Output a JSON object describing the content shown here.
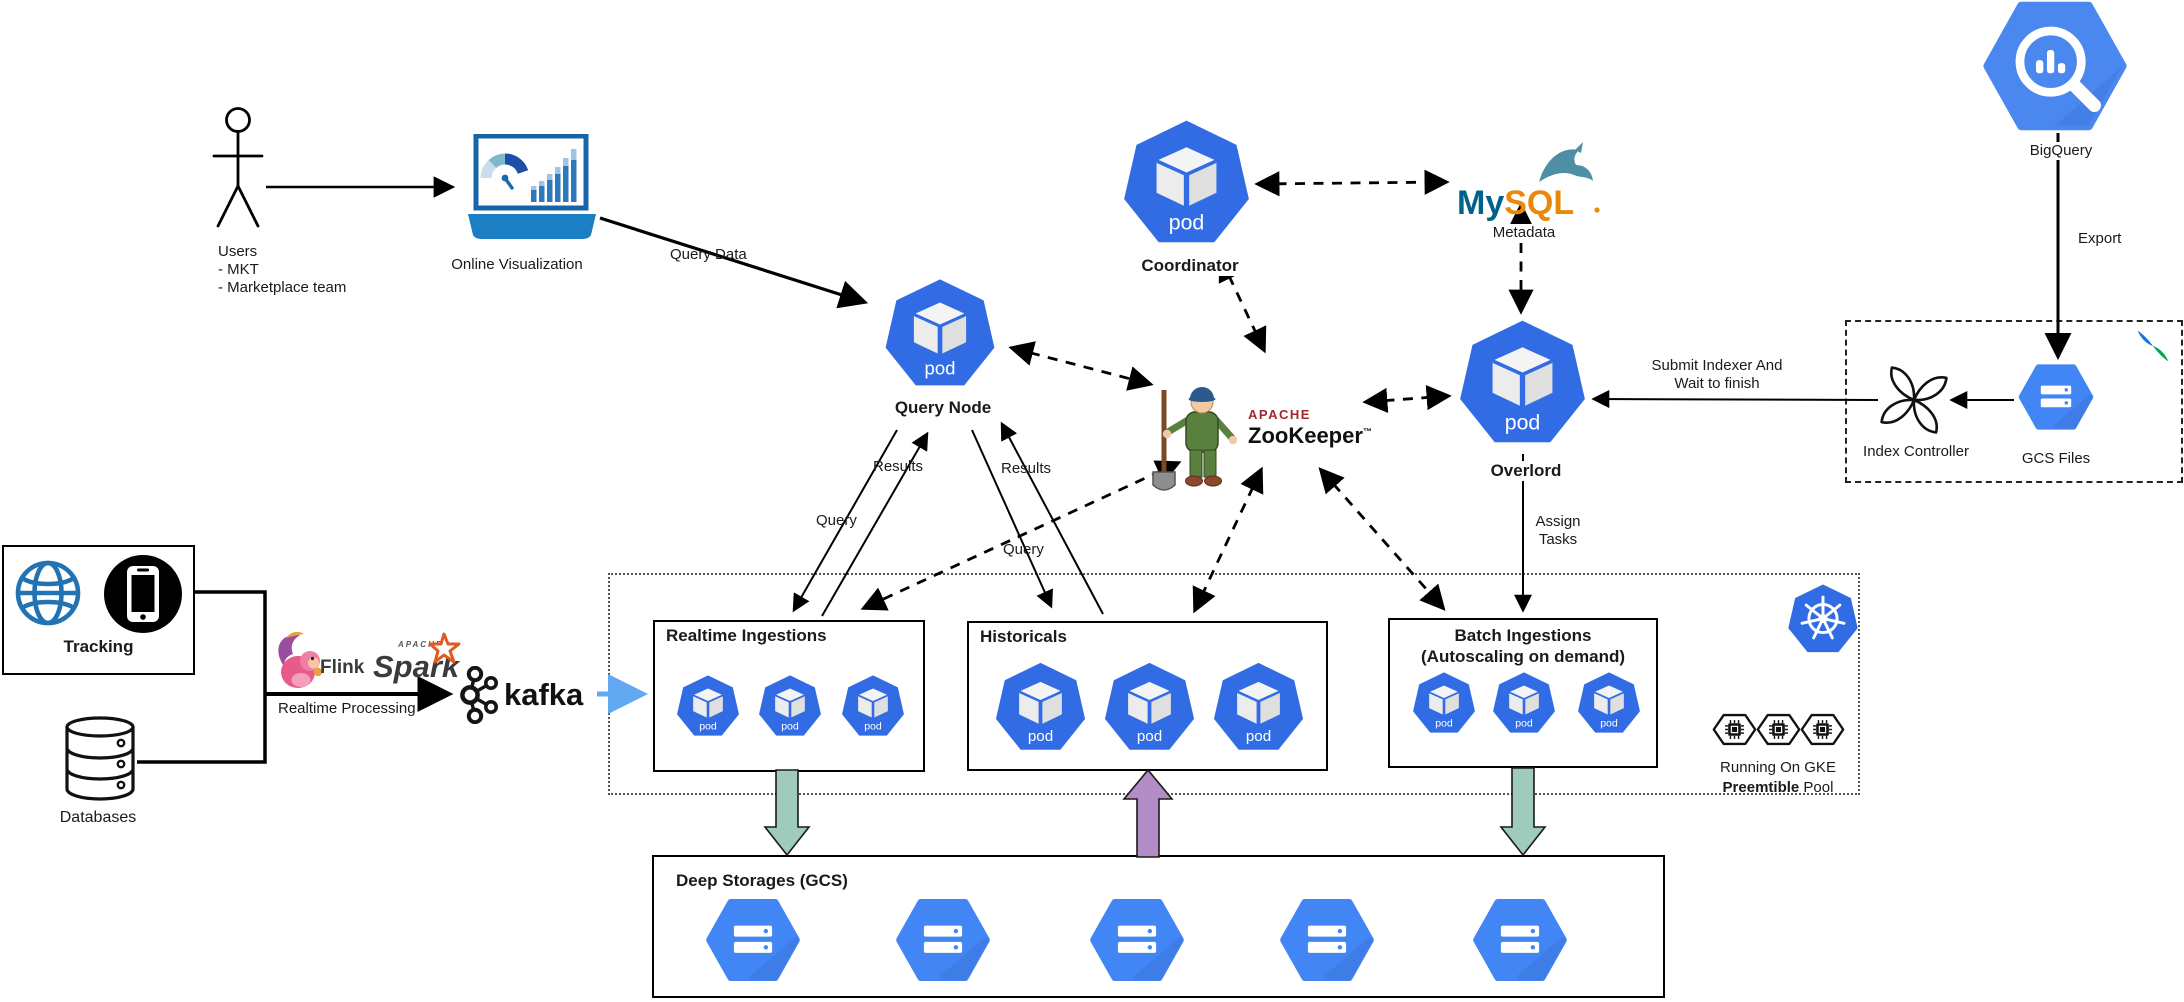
{
  "d": {
    "users1": "Users",
    "users2": "- MKT",
    "users3": "- Marketplace team",
    "online_visualization": "Online Visualization",
    "query_data": "Query Data",
    "query_node": "Query Node",
    "coordinator": "Coordinator",
    "mysql_my": "My",
    "mysql_sql": "SQL",
    "metadata": "Metadata",
    "zk_apache": "APACHE",
    "zk_name": "ZooKeeper",
    "zk_tm": "™",
    "overlord": "Overlord",
    "assign1": "Assign",
    "assign2": "Tasks",
    "submit1": "Submit Indexer And",
    "submit2": "Wait to finish",
    "bigquery": "BigQuery",
    "export": "Export",
    "index_controller": "Index Controller",
    "gcs_files": "GCS Files",
    "tracking": "Tracking",
    "databases": "Databases",
    "flink": "Flink",
    "spark_apache": "APACHE",
    "spark": "Spark",
    "kafka": "kafka",
    "realtime_processing": "Realtime Processing",
    "results": "Results",
    "query": "Query",
    "realtime_ingestions": "Realtime Ingestions",
    "historicals": "Historicals",
    "batch1": "Batch Ingestions",
    "batch2": "(Autoscaling on demand)",
    "pod": "pod",
    "gke1": "Running On GKE",
    "gke2_bold": "Preemtible",
    "gke2_rest": " Pool",
    "deep_storages": "Deep Storages (GCS)"
  },
  "colors": {
    "kubernetes_blue": "#326CE5",
    "gcp_blue": "#4285F4",
    "teal_arrow": "#9ECBBE",
    "purple_arrow": "#B18CC6",
    "kafka_arrow_blue": "#63A9F1",
    "mysql_teal": "#00618A",
    "mysql_orange": "#E8890C",
    "zookeeper_red": "#A3282C",
    "spark_orange": "#E25A1C"
  }
}
